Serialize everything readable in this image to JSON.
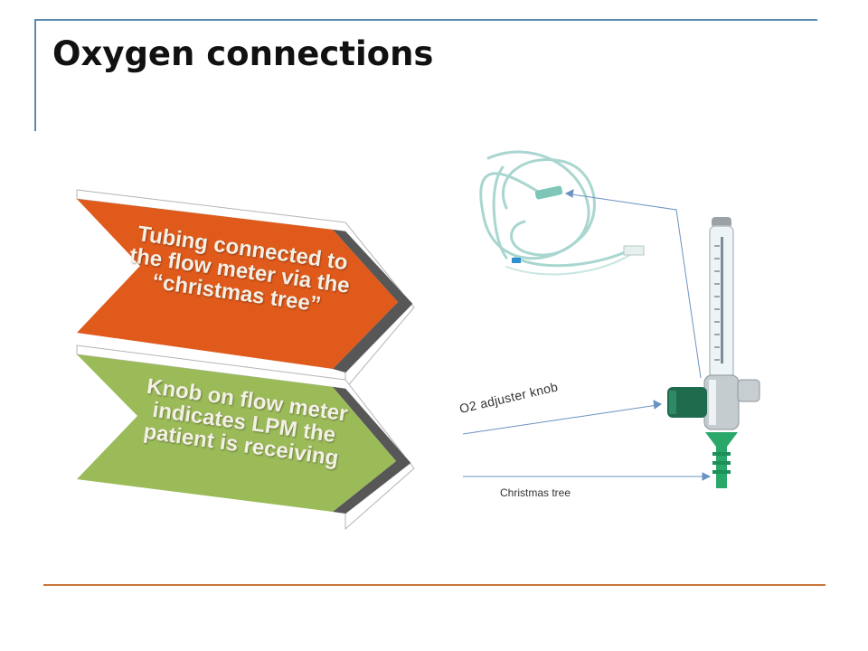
{
  "slide": {
    "title": "Oxygen connections"
  },
  "chevrons": [
    {
      "text": "Tubing connected to the flow meter via the “christmas tree”",
      "color": "#e05a1b"
    },
    {
      "text": "Knob on flow meter indicates LPM the patient is receiving",
      "color": "#9bbb59"
    }
  ],
  "labels": {
    "knob": "O2 adjuster knob",
    "tree": "Christmas tree"
  },
  "colors": {
    "frame": "#5a8ab0",
    "bottom_rule": "#c8743a",
    "pointer_lines": "#6a93c4",
    "tree_green": "#2aa86a",
    "knob_green": "#1f6b4e"
  },
  "images": {
    "tubing": "nasal-cannula-tubing",
    "flowmeter": "oxygen-flow-meter"
  }
}
